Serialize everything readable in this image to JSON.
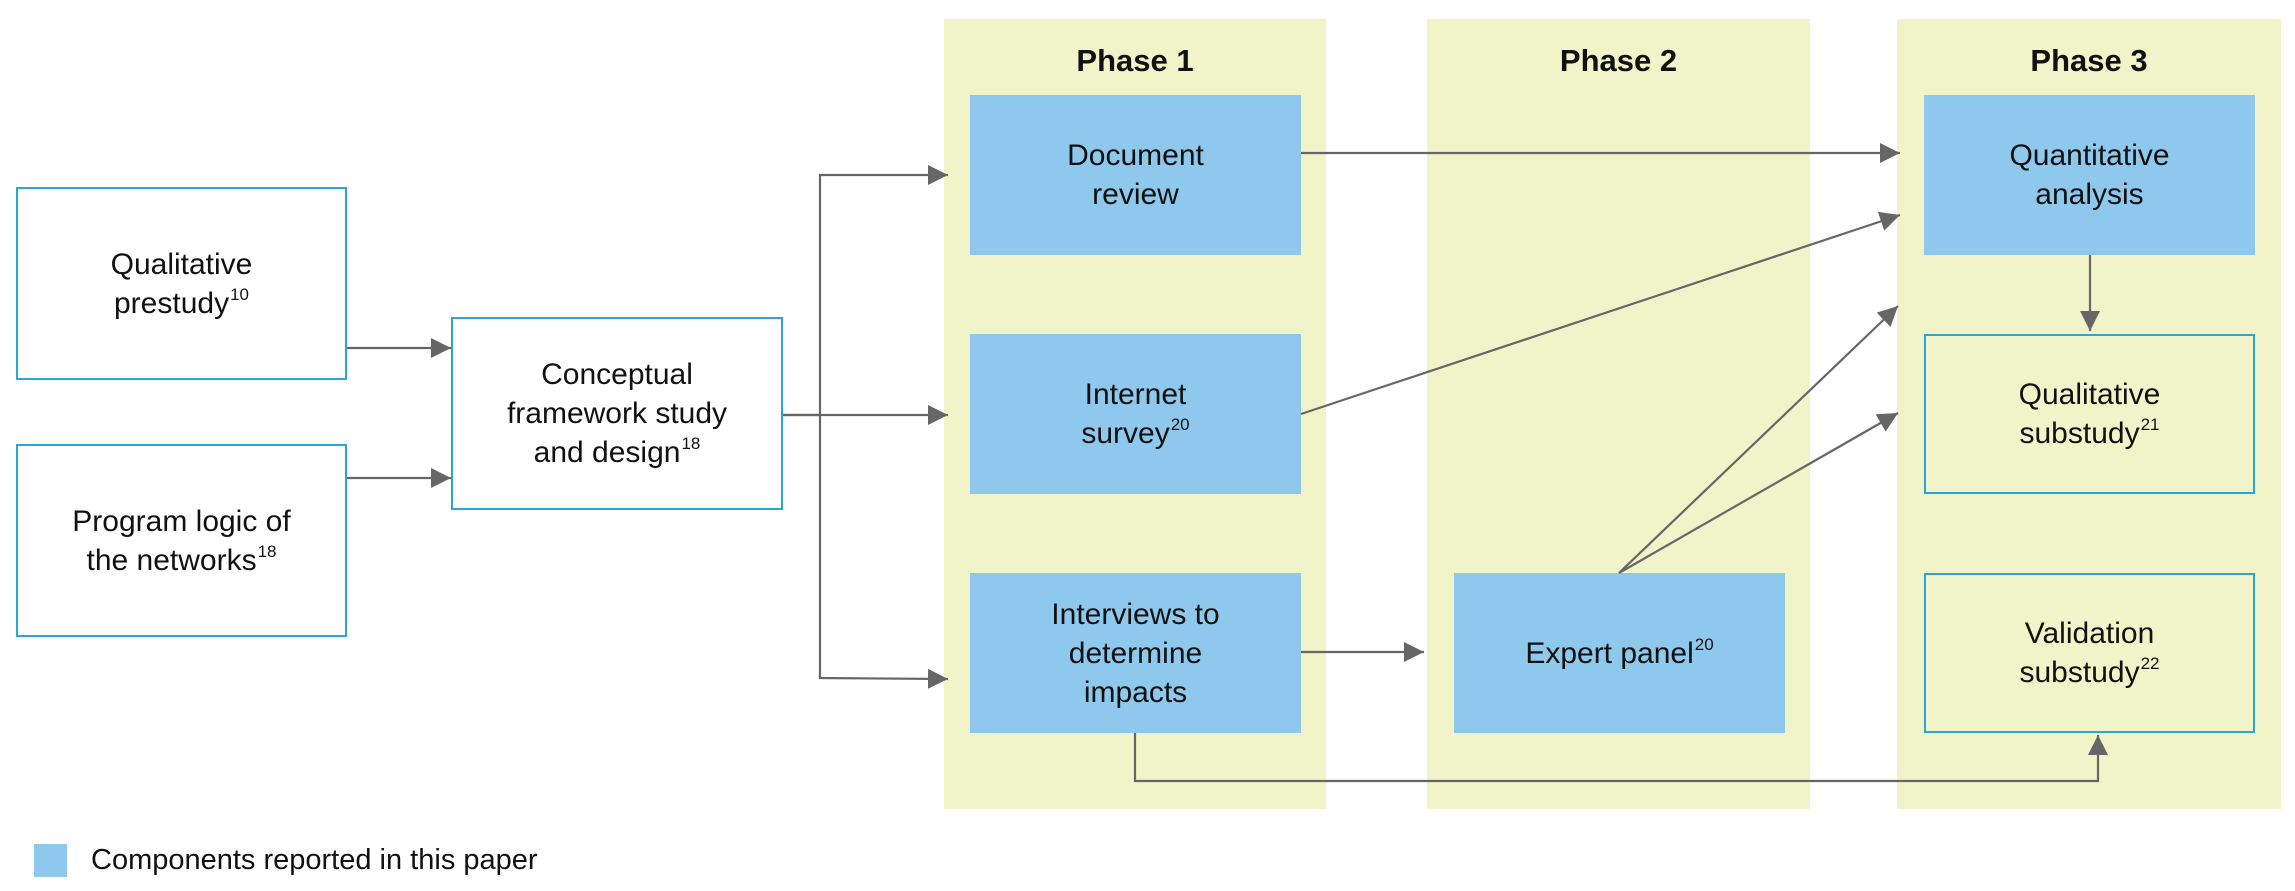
{
  "phases": [
    {
      "title": "Phase 1"
    },
    {
      "title": "Phase 2"
    },
    {
      "title": "Phase 3"
    }
  ],
  "nodes": {
    "qualitative_prestudy": {
      "line1": "Qualitative",
      "line2": "prestudy",
      "ref": "10"
    },
    "program_logic": {
      "line1": "Program logic of",
      "line2": "the networks",
      "ref": "18"
    },
    "conceptual_framework": {
      "line1": "Conceptual",
      "line2": "framework study",
      "line3": "and design",
      "ref": "18"
    },
    "document_review": {
      "line1": "Document",
      "line2": "review"
    },
    "internet_survey": {
      "line1": "Internet",
      "line2": "survey",
      "ref": "20"
    },
    "interviews": {
      "line1": "Interviews to",
      "line2": "determine",
      "line3": "impacts"
    },
    "expert_panel": {
      "line1": "Expert panel",
      "ref": "20"
    },
    "quantitative_analysis": {
      "line1": "Quantitative",
      "line2": "analysis"
    },
    "qualitative_substudy": {
      "line1": "Qualitative",
      "line2": "substudy",
      "ref": "21"
    },
    "validation_substudy": {
      "line1": "Validation",
      "line2": "substudy",
      "ref": "22"
    }
  },
  "legend": {
    "label": "Components reported in this paper",
    "color": "#8ec8ed"
  },
  "colors": {
    "phase_background": "#f1f4c9",
    "filled_box": "#8ec8ed",
    "outline_border": "#2aa5dc",
    "arrow": "#666666"
  }
}
